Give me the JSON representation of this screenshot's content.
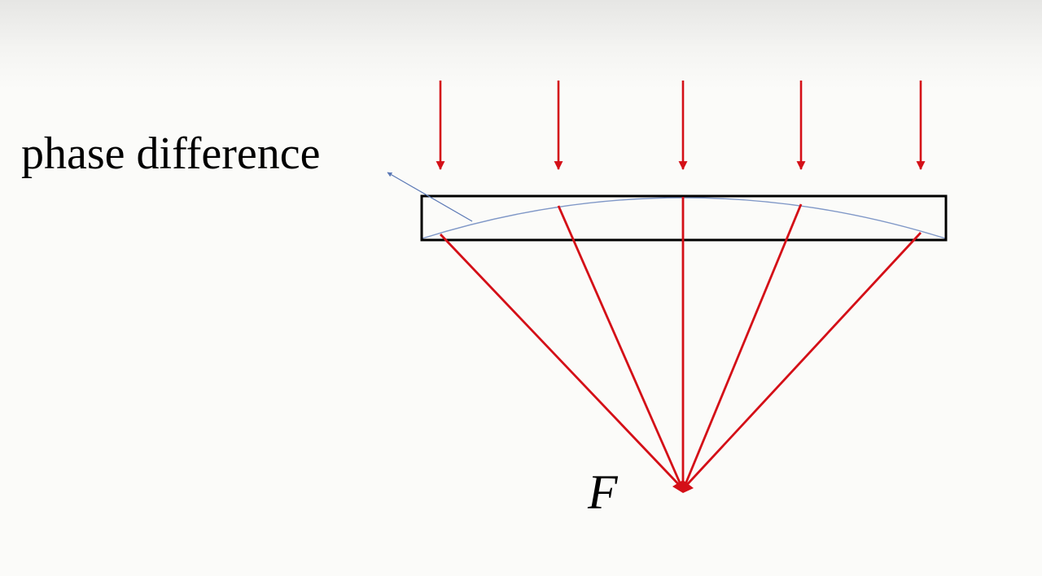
{
  "labels": {
    "annotation": "phase difference",
    "focal_point": "F"
  },
  "colors": {
    "ray": "#d40f17",
    "lens_border": "#000000",
    "phase_curve": "#7f97c7",
    "annotation_arrow": "#5a78b5"
  },
  "rays": {
    "incident_count": 5,
    "refracted_count": 5
  }
}
